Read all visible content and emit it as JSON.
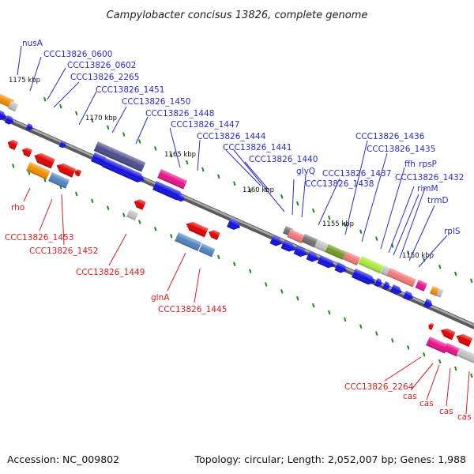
{
  "title": "Campylobacter concisus 13826, complete genome",
  "footer": {
    "accession": "Accession: NC_009802",
    "summary": "Topology: circular; Length: 2,052,007 bp; Genes: 1,988"
  },
  "kbp_markers": [
    "1175 kbp",
    "1170 kbp",
    "1165 kbp",
    "1160 kbp",
    "1155 kbp",
    "1150 kbp"
  ],
  "top_labels": [
    "nusA",
    "CCC13826_0600",
    "CCC13826_0602",
    "CCC13826_2265",
    "CCC13826_1451",
    "CCC13826_1450",
    "CCC13826_1448",
    "CCC13826_1447",
    "CCC13826_1444",
    "CCC13826_1441",
    "CCC13826_1440",
    "glyQ",
    "CCC13826_1437",
    "CCC13826_1438",
    "CCC13826_1436",
    "CCC13826_1435",
    "ffh",
    "rpsP",
    "CCC13826_1432",
    "rimM",
    "trmD",
    "rplS"
  ],
  "bottom_labels": [
    "rho",
    "CCC13826_1453",
    "CCC13826_1452",
    "CCC13826_1449",
    "glnA",
    "CCC13826_1445",
    "CCC13826_2264",
    "cas",
    "cas",
    "cas",
    "cas"
  ],
  "colors": {
    "backbone": "#8c8c8c",
    "forward_cds": "#1010e0",
    "reverse_cds": "#e00000",
    "tick": "#1a8a1a",
    "orange": "#f28c00",
    "steelblue": "#4f83c0",
    "slate": "#4b4b8c",
    "magenta": "#e6128a",
    "pink": "#f07878",
    "olive": "#6e9a20",
    "lime": "#a8e83a",
    "silver": "#c0c0c0",
    "dark_grey": "#707070"
  }
}
